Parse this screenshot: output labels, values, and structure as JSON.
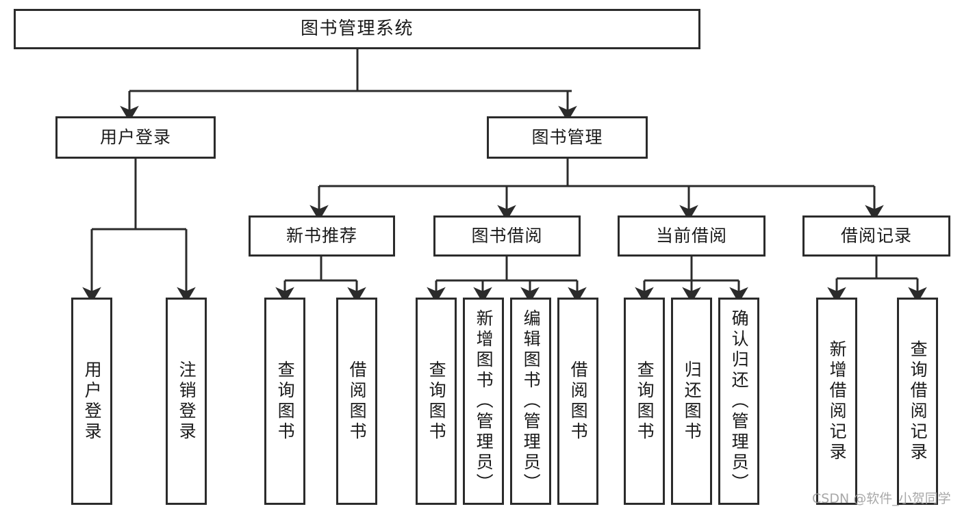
{
  "diagram": {
    "title": "图书管理系统",
    "type": "tree",
    "orientation": "top-down",
    "root": {
      "id": "root",
      "label": "图书管理系统"
    },
    "level2": [
      {
        "id": "user-login",
        "label": "用户登录"
      },
      {
        "id": "book-manage",
        "label": "图书管理"
      }
    ],
    "level3": [
      {
        "id": "new-book-rec",
        "label": "新书推荐",
        "parent": "book-manage"
      },
      {
        "id": "book-borrow",
        "label": "图书借阅",
        "parent": "book-manage"
      },
      {
        "id": "current-borrow",
        "label": "当前借阅",
        "parent": "book-manage"
      },
      {
        "id": "borrow-record",
        "label": "借阅记录",
        "parent": "book-manage"
      }
    ],
    "leaves": [
      {
        "id": "leaf-user-login",
        "label": "用户登录",
        "parent": "user-login"
      },
      {
        "id": "leaf-logout",
        "label": "注销登录",
        "parent": "user-login"
      },
      {
        "id": "leaf-query-book-1",
        "label": "查询图书",
        "parent": "new-book-rec"
      },
      {
        "id": "leaf-borrow-book-1",
        "label": "借阅图书",
        "parent": "new-book-rec"
      },
      {
        "id": "leaf-query-book-2",
        "label": "查询图书",
        "parent": "book-borrow"
      },
      {
        "id": "leaf-add-book",
        "label": "新增图书（管理员）",
        "parent": "book-borrow"
      },
      {
        "id": "leaf-edit-book",
        "label": "编辑图书（管理员）",
        "parent": "book-borrow"
      },
      {
        "id": "leaf-borrow-book-2",
        "label": "借阅图书",
        "parent": "book-borrow"
      },
      {
        "id": "leaf-query-book-3",
        "label": "查询图书",
        "parent": "current-borrow"
      },
      {
        "id": "leaf-return-book",
        "label": "归还图书",
        "parent": "current-borrow"
      },
      {
        "id": "leaf-confirm-return",
        "label": "确认归还（管理员）",
        "parent": "current-borrow"
      },
      {
        "id": "leaf-add-record",
        "label": "新增借阅记录",
        "parent": "borrow-record"
      },
      {
        "id": "leaf-query-record",
        "label": "查询借阅记录",
        "parent": "borrow-record"
      }
    ],
    "colors": {
      "stroke": "#2b2b2b",
      "fill": "#ffffff",
      "text": "#1a1a1a",
      "watermark": "#9a9a9a"
    }
  },
  "watermark": {
    "text": "CSDN @软件_小贺同学"
  }
}
